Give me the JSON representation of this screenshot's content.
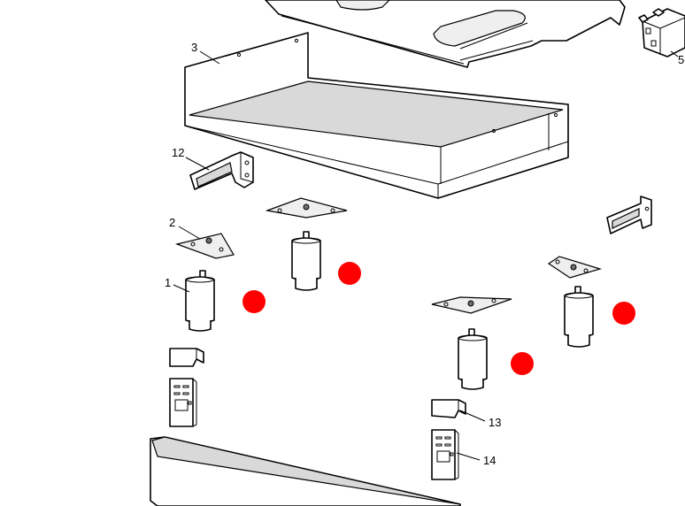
{
  "diagram": {
    "labels": {
      "p1": "1",
      "p2": "2",
      "p3": "3",
      "p5": "5",
      "p12": "12",
      "p13": "13",
      "p14": "14"
    },
    "marker_color": "#ff0000"
  }
}
